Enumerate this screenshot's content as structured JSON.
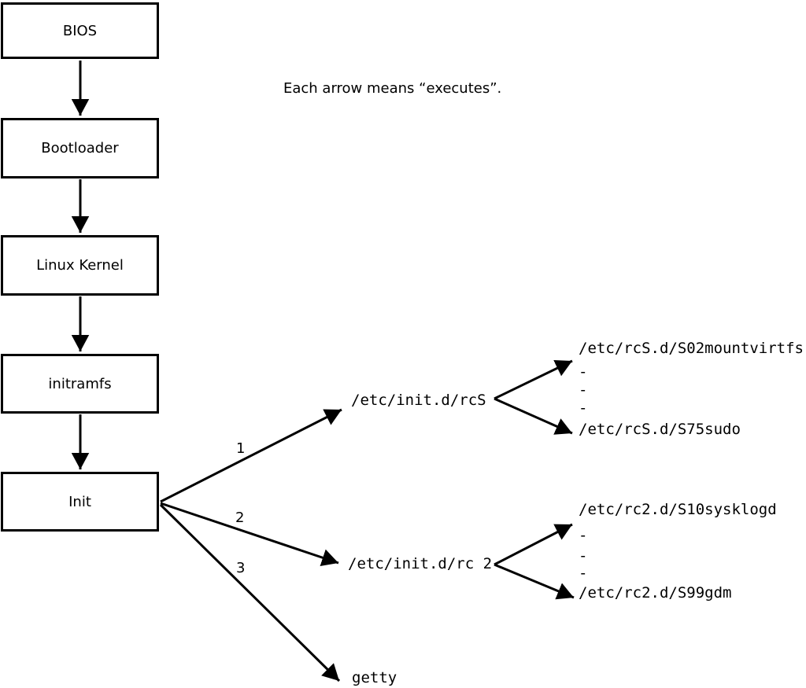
{
  "note": "Each arrow means “executes”.",
  "colors": {
    "foreground": "#000000",
    "background": "#ffffff"
  },
  "boxes": [
    {
      "label": "BIOS"
    },
    {
      "label": "Bootloader"
    },
    {
      "label": "Linux Kernel"
    },
    {
      "label": "initramfs"
    },
    {
      "label": "Init"
    }
  ],
  "arrow_numbers": [
    "1",
    "2",
    "3"
  ],
  "targets": {
    "rcs": "/etc/init.d/rcS",
    "rc2": "/etc/init.d/rc 2",
    "getty": "getty"
  },
  "columns": {
    "rcs": {
      "items": [
        "/etc/rcS.d/S02mountvirtfs",
        "-",
        "-",
        "-",
        "/etc/rcS.d/S75sudo"
      ]
    },
    "rc2": {
      "items": [
        "/etc/rc2.d/S10sysklogd",
        "-",
        "-",
        "-",
        "/etc/rc2.d/S99gdm"
      ]
    }
  }
}
